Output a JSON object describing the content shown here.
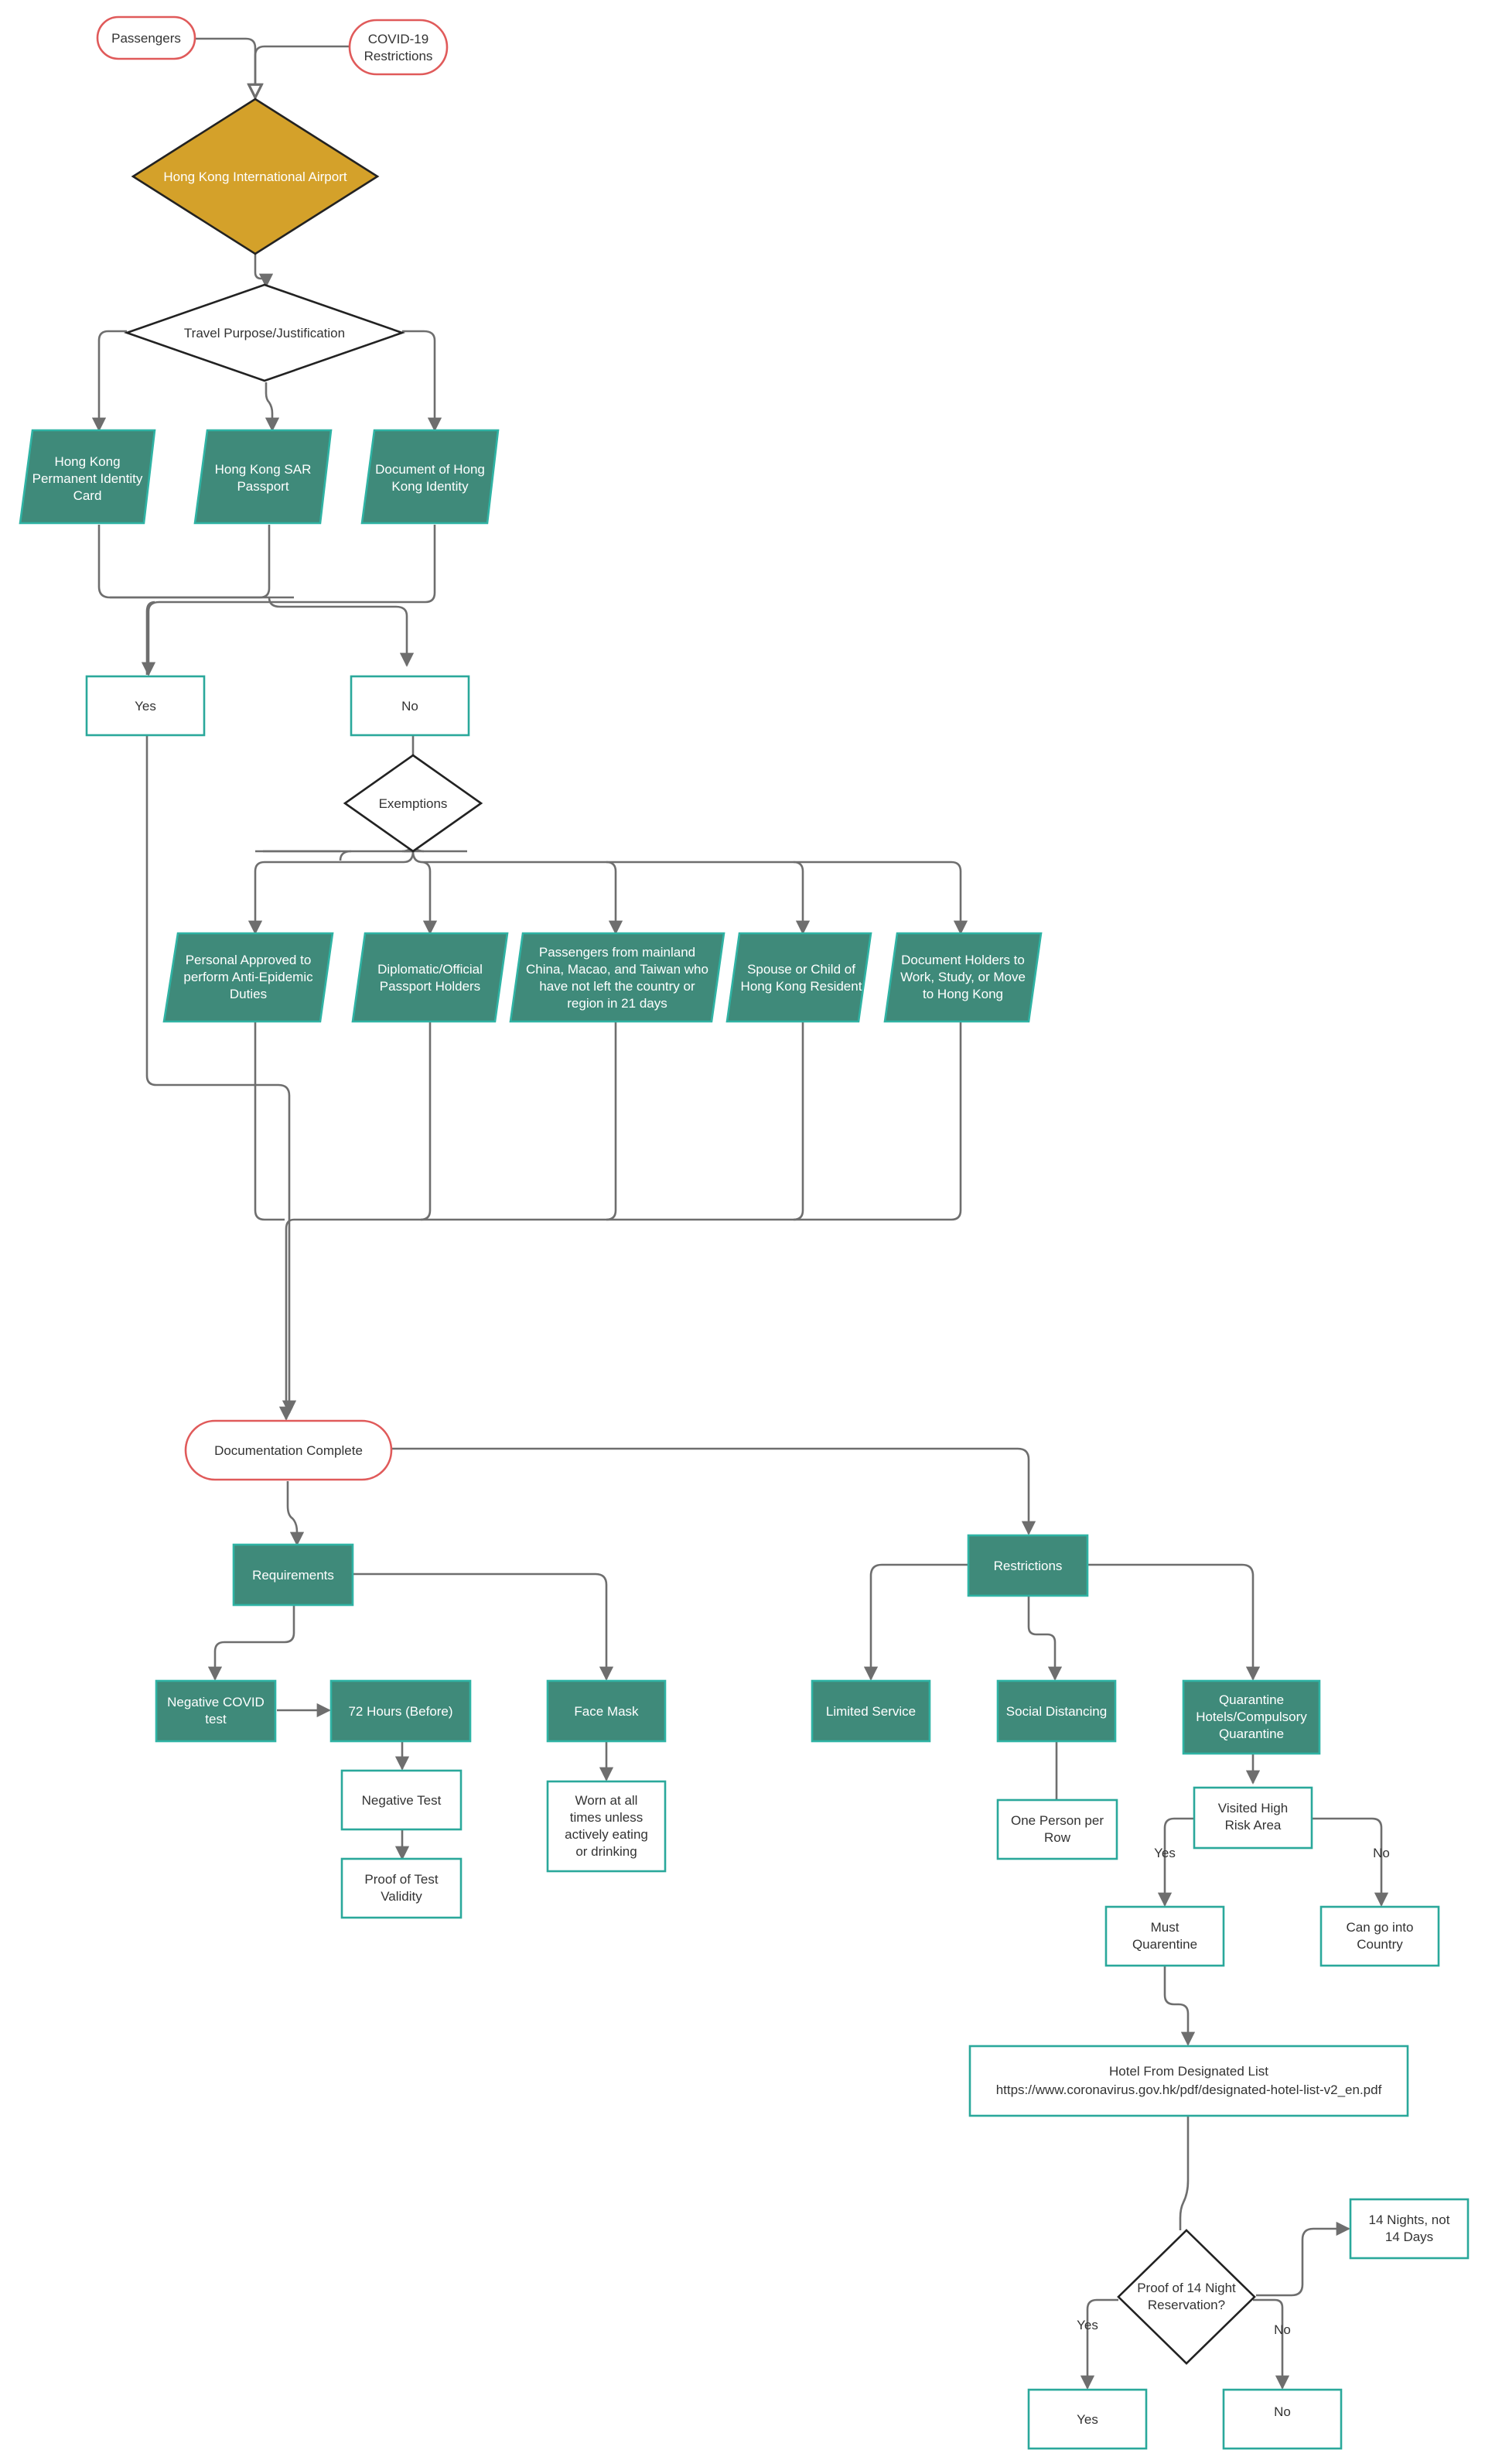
{
  "nodes": {
    "passengers": "Passengers",
    "covid_restrictions": [
      "COVID-19",
      "Restrictions"
    ],
    "hkia": "Hong Kong International Airport",
    "travel_purpose": "Travel Purpose/Justification",
    "hk_id_card": [
      "Hong Kong",
      "Permanent Identity",
      "Card"
    ],
    "hk_sar_passport": [
      "Hong Kong SAR",
      "Passport"
    ],
    "doc_hk_identity": [
      "Document of Hong",
      "Kong Identity"
    ],
    "yes_top": "Yes",
    "no_top": "No",
    "exemptions": "Exemptions",
    "anti_epidemic": [
      "Personal Approved to",
      "perform Anti-Epidemic",
      "Duties"
    ],
    "diplomatic": [
      "Diplomatic/Official",
      "Passport Holders"
    ],
    "mainland": [
      "Passengers from mainland",
      "China, Macao, and Taiwan who",
      "have not left the country or",
      "region in 21 days"
    ],
    "spouse_child": [
      "Spouse or Child of",
      "Hong Kong Resident"
    ],
    "doc_holders": [
      "Document Holders to",
      "Work, Study, or Move",
      "to Hong Kong"
    ],
    "documentation_complete": "Documentation Complete",
    "requirements": "Requirements",
    "restrictions": "Restrictions",
    "negative_covid": [
      "Negative COVID",
      "test"
    ],
    "hours72": "72 Hours (Before)",
    "face_mask": "Face Mask",
    "negative_test": "Negative Test",
    "proof_validity": [
      "Proof of Test",
      "Validity"
    ],
    "worn": [
      "Worn at all",
      "times unless",
      "actively eating",
      "or drinking"
    ],
    "limited_service": "Limited Service",
    "social_distancing": "Social Distancing",
    "quarantine_hotels": [
      "Quarantine",
      "Hotels/Compulsory",
      "Quarantine"
    ],
    "one_person": [
      "One Person per",
      "Row"
    ],
    "visited_high_risk": [
      "Visited High",
      "Risk Area"
    ],
    "must_quarantine": [
      "Must",
      "Quarentine"
    ],
    "can_go": [
      "Can go into",
      "Country"
    ],
    "hotel_list": [
      "Hotel From Designated List",
      "https://www.coronavirus.gov.hk/pdf/designated-hotel-list-v2_en.pdf"
    ],
    "proof_14": [
      "Proof of 14 Night",
      "Reservation?"
    ],
    "nights14": [
      "14 Nights, not",
      "14 Days"
    ],
    "yes_bottom": "Yes",
    "no_bottom": "No"
  },
  "edge_labels": {
    "risk_yes": "Yes",
    "risk_no": "No",
    "proof_yes": "Yes",
    "proof_no": "No"
  },
  "colors": {
    "process_fill": "#3f8a7a",
    "process_border": "#2fb3a4",
    "decision_gold": "#d4a12a",
    "terminator_border": "#e05a5a",
    "connector": "#6e6e6e"
  }
}
